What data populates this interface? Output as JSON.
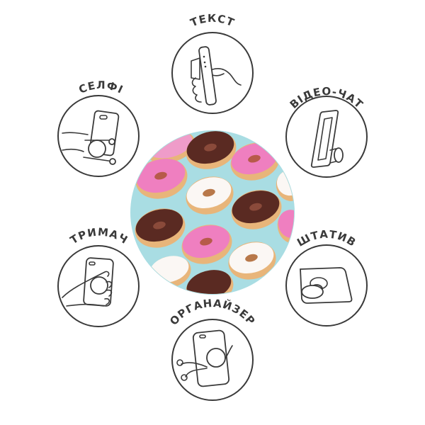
{
  "product": {
    "name": "donut-pattern-phone-grip",
    "background_color": "#a9dde3",
    "donut_colors": {
      "pink_glaze": "#ef7fc0",
      "chocolate_glaze": "#5a2a22",
      "white_glaze": "#fbf7f4",
      "dough": "#e8b57a"
    }
  },
  "features": [
    {
      "id": "text",
      "label": "ТЕКСТ",
      "icon": "phone-texting-icon"
    },
    {
      "id": "selfie",
      "label": "СЕЛФІ",
      "icon": "phone-selfie-icon"
    },
    {
      "id": "videochat",
      "label": "ВІДЕО-ЧАТ",
      "icon": "phone-stand-icon"
    },
    {
      "id": "holder",
      "label": "ТРИМАЧ",
      "icon": "phone-grip-hand-icon"
    },
    {
      "id": "stand",
      "label": "ШТАТИВ",
      "icon": "phone-tripod-icon"
    },
    {
      "id": "organizer",
      "label": "ОРГАНАЙЗЕР",
      "icon": "earphone-organizer-icon"
    }
  ],
  "colors": {
    "line": "#3a3a3a",
    "background": "#ffffff"
  }
}
